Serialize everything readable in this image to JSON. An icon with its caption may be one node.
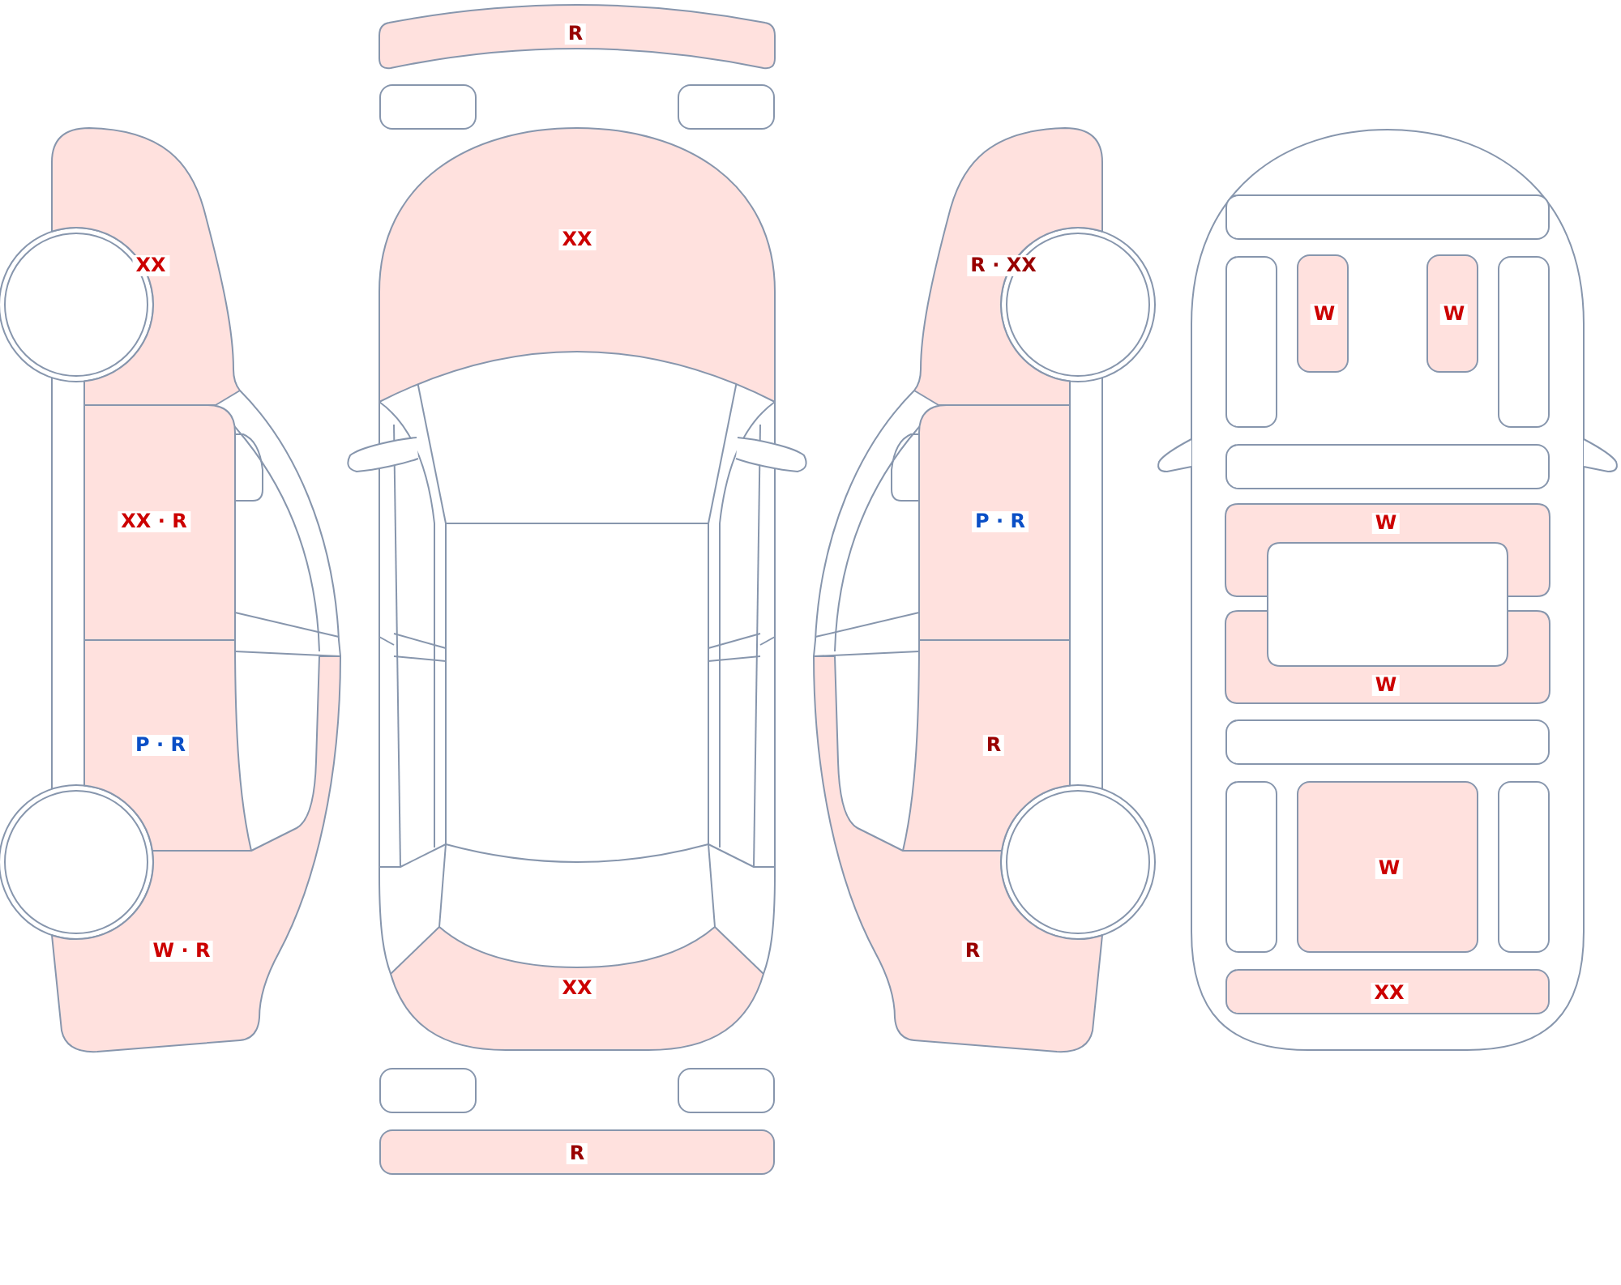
{
  "diagram": {
    "nodes": [
      {
        "text": [
          "XX"
        ]
      },
      {
        "text": [
          "XX · R"
        ]
      },
      {
        "text": [
          "P · R"
        ]
      },
      {
        "text": [
          "W · R"
        ]
      },
      {
        "text": [
          "R"
        ]
      },
      {
        "text": [],
        "shape": "box"
      },
      {
        "text": [],
        "shape": "box"
      },
      {
        "text": [
          "XX"
        ]
      },
      {
        "text": [
          "XX"
        ]
      },
      {
        "text": [],
        "shape": "box"
      },
      {
        "text": [],
        "shape": "box"
      },
      {
        "text": [
          "R"
        ]
      },
      {
        "text": [
          "R · XX"
        ]
      },
      {
        "text": [
          "P · R"
        ]
      },
      {
        "text": [
          "R"
        ]
      },
      {
        "text": [
          "R"
        ]
      },
      {
        "text": [],
        "shape": "box"
      },
      {
        "text": [],
        "shape": "box"
      },
      {
        "text": [
          "W"
        ]
      },
      {
        "text": [
          "W"
        ]
      },
      {
        "text": [],
        "shape": "box"
      },
      {
        "text": [],
        "shape": "box"
      },
      {
        "text": [
          "W"
        ]
      },
      {
        "text": [
          "W"
        ]
      },
      {
        "text": [],
        "shape": "box"
      },
      {
        "text": [],
        "shape": "box"
      },
      {
        "text": [
          "W"
        ]
      },
      {
        "text": [],
        "shape": "box"
      },
      {
        "text": [
          "XX"
        ]
      }
    ]
  }
}
